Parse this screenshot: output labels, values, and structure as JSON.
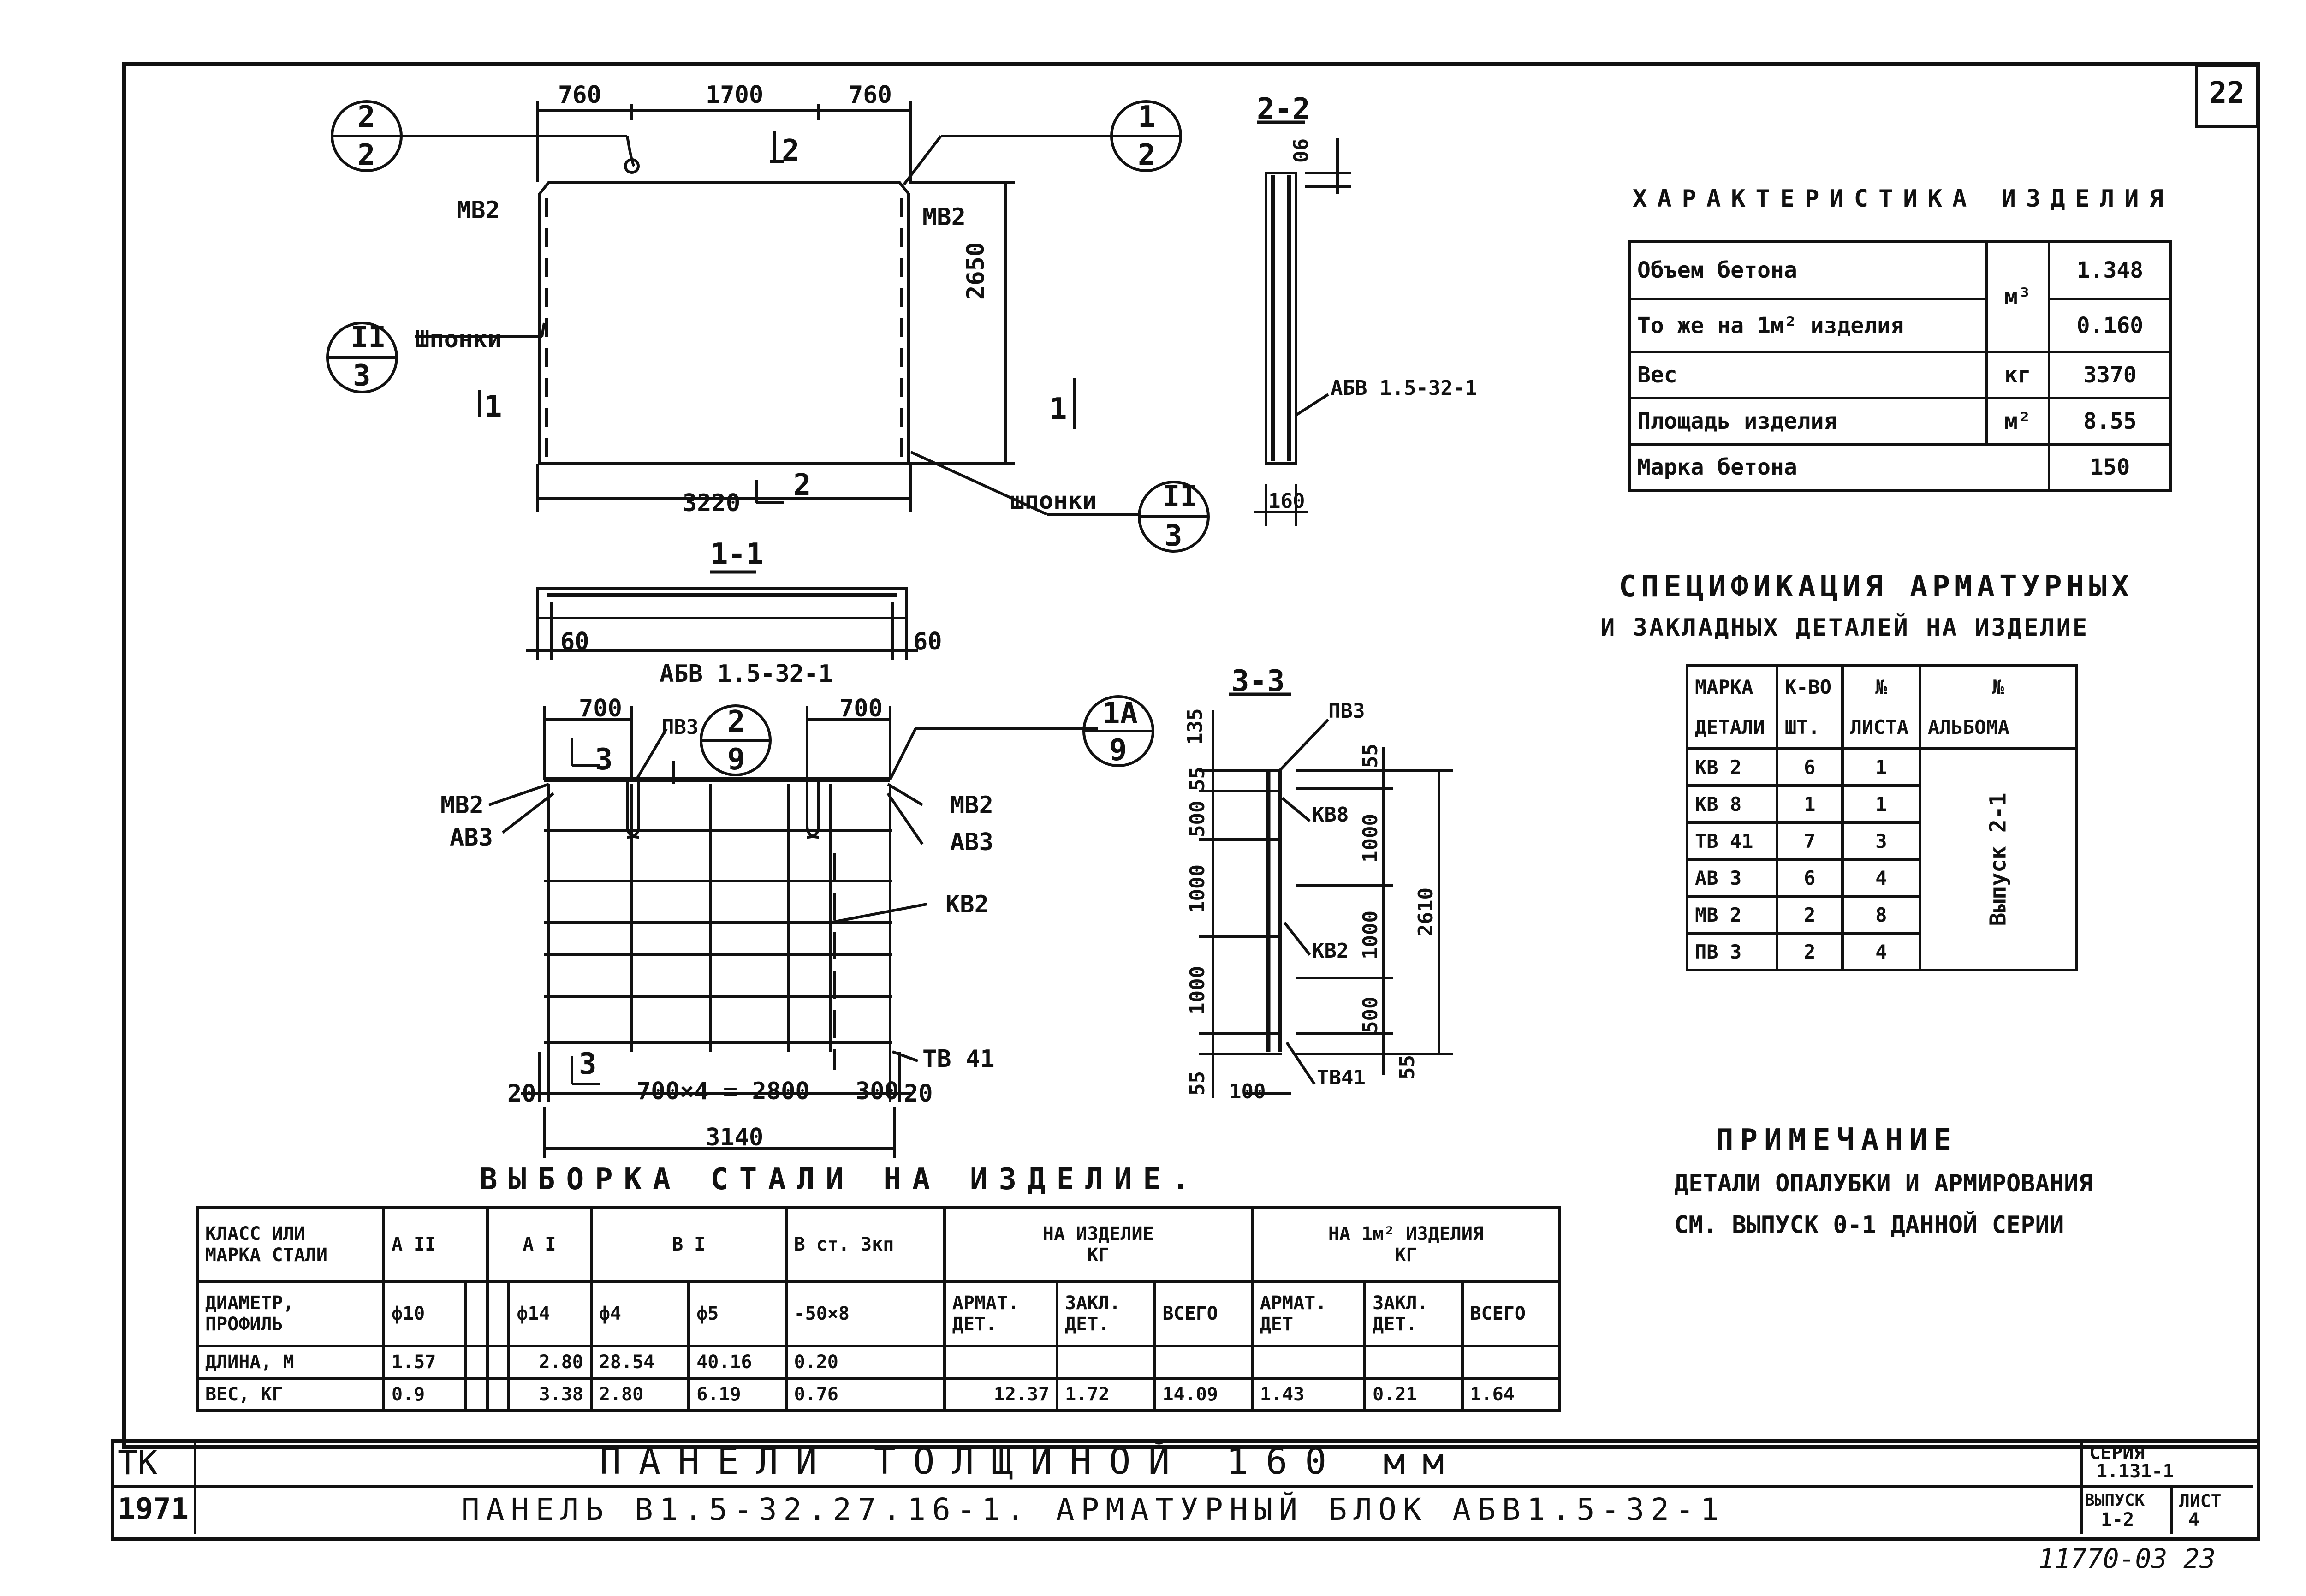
{
  "sheet": {
    "number": "22",
    "footer_note": "11770-03   23"
  },
  "drawing": {
    "plan": {
      "callout_2_2_top": "2",
      "callout_2_2_bottom": "2",
      "callout_1_2_top": "1",
      "callout_1_2_bottom": "2",
      "callout_ii3_top": "II",
      "callout_ii3_bottom": "3",
      "callout_ii3b_top": "II",
      "callout_ii3b_bottom": "3",
      "dim_left": "760",
      "dim_mid": "1700",
      "dim_right": "760",
      "dim_height": "2650",
      "dim_width": "3220",
      "mark_mv2_left": "МВ2",
      "mark_mv2_right": "МВ2",
      "shponki_left": "Шпонки",
      "shponki_right": "шпонки",
      "section_2_top": "2",
      "section_1_left": "1",
      "section_1_right": "1",
      "section_2_bottom": "2"
    },
    "section11": {
      "title": "1-1",
      "dim_left": "60",
      "dim_right": "60"
    },
    "section22": {
      "title": "2-2",
      "dim_top": "90",
      "dim_bottom": "160",
      "label_block": "АБВ 1.5-32-1"
    },
    "block": {
      "title": "АБВ 1.5-32-1",
      "dim_left": "700",
      "dim_right": "700",
      "label_pv3": "ПВ3",
      "callout_2_9_top": "2",
      "callout_2_9_bottom": "9",
      "callout_1a_9_top": "1А",
      "callout_1a_9_bottom": "9",
      "mark_mv2_left": "МВ2",
      "mark_av3_left": "АВ3",
      "mark_mv2_right": "МВ2",
      "mark_av3_right": "АВ3",
      "mark_kv2": "КВ2",
      "mark_tv41": "ТВ 41",
      "dim_20_left": "20",
      "dim_series": "700×4 = 2800",
      "dim_300": "300",
      "dim_20_right": "20",
      "dim_total": "3140",
      "section_3_top": "3",
      "section_3_bottom": "3"
    },
    "section33": {
      "title": "3-3",
      "label_pv3": "ПВ3",
      "label_kv8": "КВ8",
      "label_kv2": "КВ2",
      "label_tv41": "ТВ41",
      "dim_135": "135",
      "dim_55_top": "55",
      "dim_500_top": "500",
      "dim_1000_a": "1000",
      "dim_1000_b": "1000",
      "dim_55_bottom": "55",
      "dim_100": "100",
      "right_55_top": "55",
      "right_1000_a": "1000",
      "right_1000_b": "1000",
      "right_500": "500",
      "right_55_bottom": "55",
      "right_2610": "2610"
    }
  },
  "characteristics": {
    "title": "ХАРАКТЕРИСТИКА ИЗДЕЛИЯ",
    "rows": [
      {
        "label": "Объем бетона",
        "unit": "м³",
        "value": "1.348"
      },
      {
        "label": "То же на 1м² изделия",
        "unit": "",
        "value": "0.160"
      },
      {
        "label": "Вес",
        "unit": "кг",
        "value": "3370"
      },
      {
        "label": "Площадь изделия",
        "unit": "м²",
        "value": "8.55"
      },
      {
        "label": "Марка бетона",
        "unit": "",
        "value": "150"
      }
    ]
  },
  "specification": {
    "title_line1": "СПЕЦИФИКАЦИЯ АРМАТУРНЫХ",
    "title_line2": "И ЗАКЛАДНЫХ ДЕТАЛЕЙ НА ИЗДЕЛИЕ",
    "headers": {
      "mark_a": "МАРКА",
      "mark_b": "ДЕТАЛИ",
      "qty_a": "К-ВО",
      "qty_b": "ШТ.",
      "sheet_a": "№",
      "sheet_b": "ЛИСТА",
      "album_a": "№",
      "album_b": "АЛЬБОМА"
    },
    "album_value": "Выпуск 2-1",
    "rows": [
      {
        "mark": "КВ 2",
        "qty": "6",
        "sheet": "1"
      },
      {
        "mark": "КВ 8",
        "qty": "1",
        "sheet": "1"
      },
      {
        "mark": "ТВ 41",
        "qty": "7",
        "sheet": "3"
      },
      {
        "mark": "АВ 3",
        "qty": "6",
        "sheet": "4"
      },
      {
        "mark": "МВ 2",
        "qty": "2",
        "sheet": "8"
      },
      {
        "mark": "ПВ 3",
        "qty": "2",
        "sheet": "4"
      }
    ]
  },
  "note": {
    "title": "ПРИМЕЧАНИЕ",
    "line1": "ДЕТАЛИ ОПАЛУБКИ И АРМИРОВАНИЯ",
    "line2": "СМ. ВЫПУСК 0-1 ДАННОЙ СЕРИИ"
  },
  "steel": {
    "title": "ВЫБОРКА СТАЛИ НА ИЗДЕЛИЕ.",
    "class_label_a": "КЛАСС ИЛИ",
    "class_label_b": "МАРКА СТАЛИ",
    "class_a2": "А II",
    "class_a1": "А I",
    "class_b1": "В I",
    "class_st": "В ст. 3кп",
    "per_item_a": "НА ИЗДЕЛИЕ",
    "per_item_b": "КГ",
    "per_m2_a": "НА 1м² ИЗДЕЛИЯ",
    "per_m2_b": "КГ",
    "diam_label_a": "ДИАМЕТР,",
    "diam_label_b": "ПРОФИЛЬ",
    "d10": "ф10",
    "d14": "ф14",
    "d4": "ф4",
    "d5": "ф5",
    "d_strip": "-50×8",
    "h_arm_a": "АРМАТ.",
    "h_arm_b": "ДЕТ.",
    "h_zak_a": "ЗАКЛ.",
    "h_zak_b": "ДЕТ.",
    "h_total": "ВСЕГО",
    "h_arm2_a": "АРМАТ.",
    "h_arm2_b": "ДЕТ",
    "h_zak2_a": "ЗАКЛ.",
    "h_zak2_b": "ДЕТ.",
    "h_total2": "ВСЕГО",
    "len_label": "ДЛИНА, М",
    "len": {
      "d10": "1.57",
      "d14": "2.80",
      "d4": "28.54",
      "d5": "40.16",
      "strip": "0.20"
    },
    "wt_label": "ВЕС, КГ",
    "wt": {
      "d10": "0.9",
      "d14": "3.38",
      "d4": "2.80",
      "d5": "6.19",
      "strip": "0.76",
      "arm": "12.37",
      "zak": "1.72",
      "total": "14.09",
      "arm2": "1.43",
      "zak2": "0.21",
      "total2": "1.64"
    }
  },
  "title_block": {
    "tk": "ТК",
    "year": "1971",
    "title": "ПАНЕЛИ ТОЛЩИНОЙ 160 мм",
    "subtitle": "ПАНЕЛЬ В1.5-32.27.16-1.  АРМАТУРНЫЙ БЛОК  АБВ1.5-32-1",
    "series_label": "СЕРИЯ",
    "series_value": "1.131-1",
    "issue_label": "ВЫПУСК",
    "issue_value": "1-2",
    "sheet_label": "ЛИСТ",
    "sheet_value": "4"
  }
}
